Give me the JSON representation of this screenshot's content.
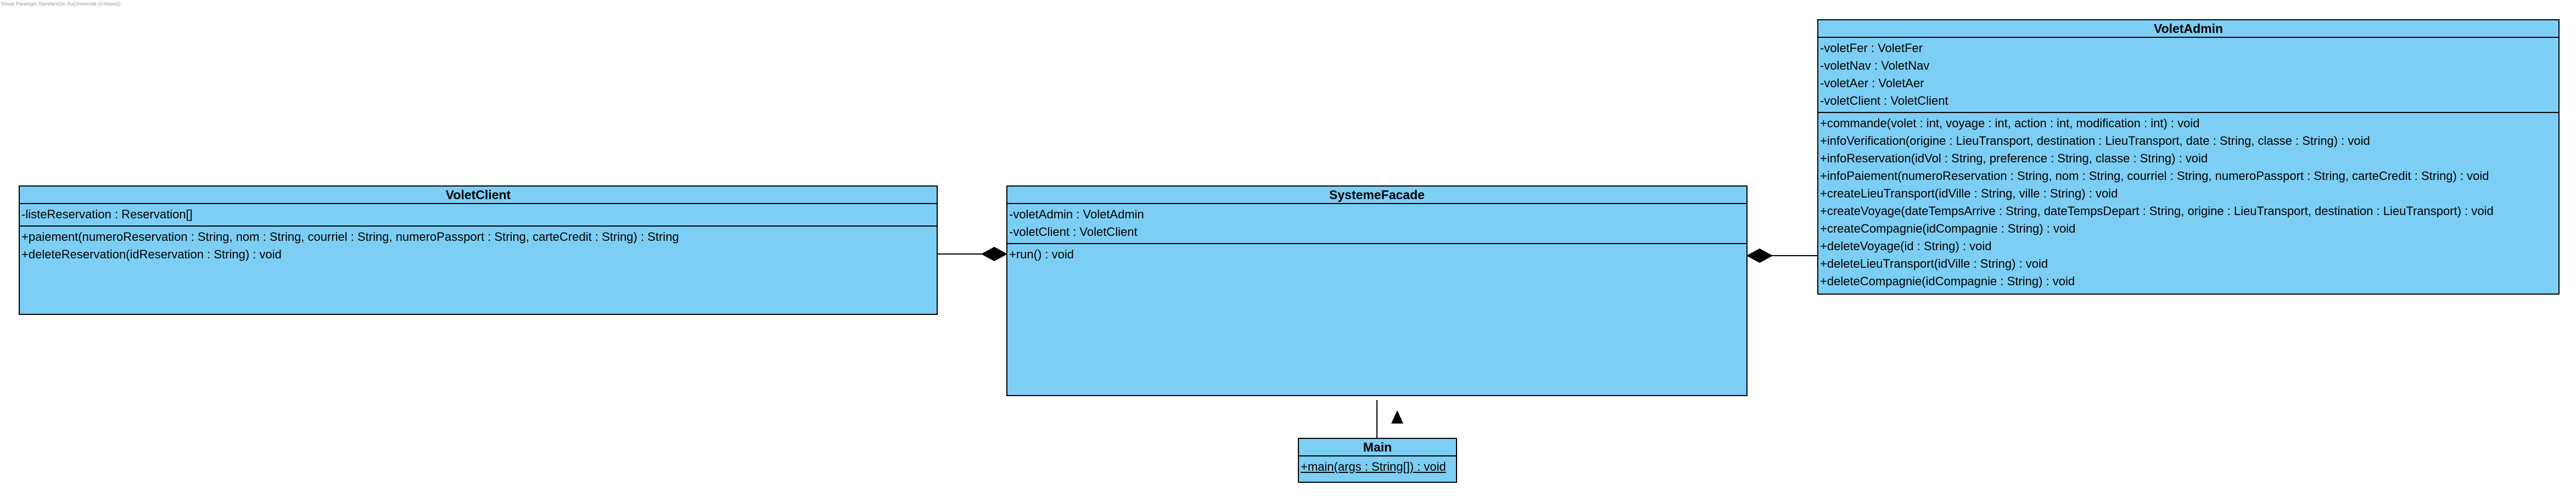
{
  "watermark": "Visual Paradigm Standard(Im Xu(Université d'Ottawa))",
  "classes": {
    "voletClient": {
      "name": "VoletClient",
      "attributes": [
        "-listeReservation : Reservation[]"
      ],
      "operations": [
        "+paiement(numeroReservation : String, nom : String, courriel : String, numeroPassport : String, carteCredit : String) : String",
        "+deleteReservation(idReservation : String) : void"
      ]
    },
    "systemeFacade": {
      "name": "SystemeFacade",
      "attributes": [
        "-voletAdmin : VoletAdmin",
        "-voletClient : VoletClient"
      ],
      "operations": [
        "+run() : void"
      ]
    },
    "voletAdmin": {
      "name": "VoletAdmin",
      "attributes": [
        "-voletFer : VoletFer",
        "-voletNav : VoletNav",
        "-voletAer : VoletAer",
        "-voletClient : VoletClient"
      ],
      "operations": [
        "+commande(volet : int, voyage : int, action : int, modification : int) : void",
        "+infoVerification(origine : LieuTransport, destination : LieuTransport, date : String, classe : String) : void",
        "+infoReservation(idVol : String, preference : String, classe : String) : void",
        "+infoPaiement(numeroReservation : String, nom : String, courriel : String, numeroPassport : String, carteCredit : String) : void",
        "+createLieuTransport(idVille : String, ville : String) : void",
        "+createVoyage(dateTempsArrive : String, dateTempsDepart : String, origine : LieuTransport, destination : LieuTransport) : void",
        "+createCompagnie(idCompagnie : String) : void",
        "+deleteVoyage(id : String) : void",
        "+deleteLieuTransport(idVille : String) : void",
        "+deleteCompagnie(idCompagnie : String) : void"
      ]
    },
    "main": {
      "name": "Main",
      "attributes": [],
      "operations": [
        "+main(args : String[]) : void"
      ]
    }
  },
  "relationships": [
    {
      "type": "composition",
      "whole": "SystemeFacade",
      "part": "VoletClient"
    },
    {
      "type": "composition",
      "whole": "SystemeFacade",
      "part": "VoletAdmin"
    },
    {
      "type": "association",
      "from": "Main",
      "to": "SystemeFacade",
      "direction_marker": "up-triangle"
    }
  ],
  "colors": {
    "class_fill": "#7dcef4",
    "border": "#000000"
  }
}
